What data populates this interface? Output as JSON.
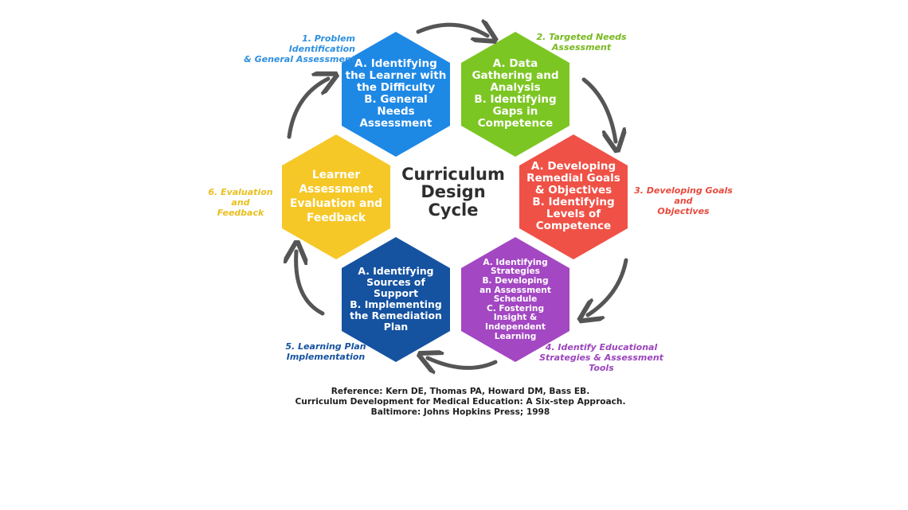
{
  "center_title": "Curriculum\nDesign\nCycle",
  "colors": {
    "step1": "#1e88e5",
    "step2": "#7cc623",
    "step3": "#ef5146",
    "step4": "#a347c2",
    "step5": "#1552a0",
    "step6": "#f6c827",
    "arrow": "#555555",
    "label1": "#2e8fe0",
    "label2": "#78b81f",
    "label3": "#e8493c",
    "label4": "#9c44bd",
    "label5": "#1552a0",
    "label6": "#e9bf1e"
  },
  "hexagons": [
    {
      "text": "A. Identifying\nthe Learner with\nthe Difficulty\nB. General\nNeeds\nAssessment"
    },
    {
      "text": "A. Data\nGathering and\nAnalysis\nB. Identifying\nGaps in\nCompetence"
    },
    {
      "text": "A. Developing\nRemedial Goals\n& Objectives\nB. Identifying\nLevels of\nCompetence"
    },
    {
      "text": "A. Identifying\nStrategies\nB. Developing\nan Assessment\nSchedule\nC. Fostering\nInsight &\nIndependent\nLearning"
    },
    {
      "text": "A. Identifying\nSources of\nSupport\nB. Implementing\nthe Remediation\nPlan"
    },
    {
      "text": "Learner\nAssessment\nEvaluation and\nFeedback"
    }
  ],
  "step_labels": [
    {
      "text": "1. Problem Identification\n& General Assessment"
    },
    {
      "text": "2. Targeted Needs\nAssessment"
    },
    {
      "text": "3. Developing Goals and\nObjectives"
    },
    {
      "text": "4. Identify Educational\nStrategies & Assessment Tools"
    },
    {
      "text": "5. Learning Plan\nImplementation"
    },
    {
      "text": "6. Evaluation and\nFeedback"
    }
  ],
  "reference": "Reference: Kern DE, Thomas PA, Howard DM, Bass EB.\nCurriculum Development for Medical Education: A Six-step Approach.\nBaltimore: Johns Hopkins Press; 1998"
}
